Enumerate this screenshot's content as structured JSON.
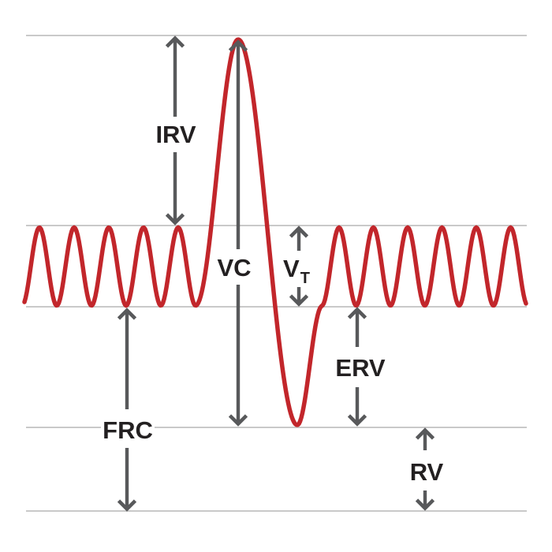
{
  "diagram": {
    "kind": "lung-volumes-spirometry-trace"
  },
  "annotations": {
    "irv": {
      "label": "IRV"
    },
    "vc": {
      "label": "VC"
    },
    "vt": {
      "main": "V",
      "subscript": "T"
    },
    "erv": {
      "label": "ERV"
    },
    "frc": {
      "label": "FRC"
    },
    "rv": {
      "label": "RV"
    }
  },
  "colors": {
    "trace": "#c2262b",
    "arrow": "#58595b",
    "gridline": "#c9c9c9",
    "text": "#232021",
    "background": "#ffffff"
  }
}
